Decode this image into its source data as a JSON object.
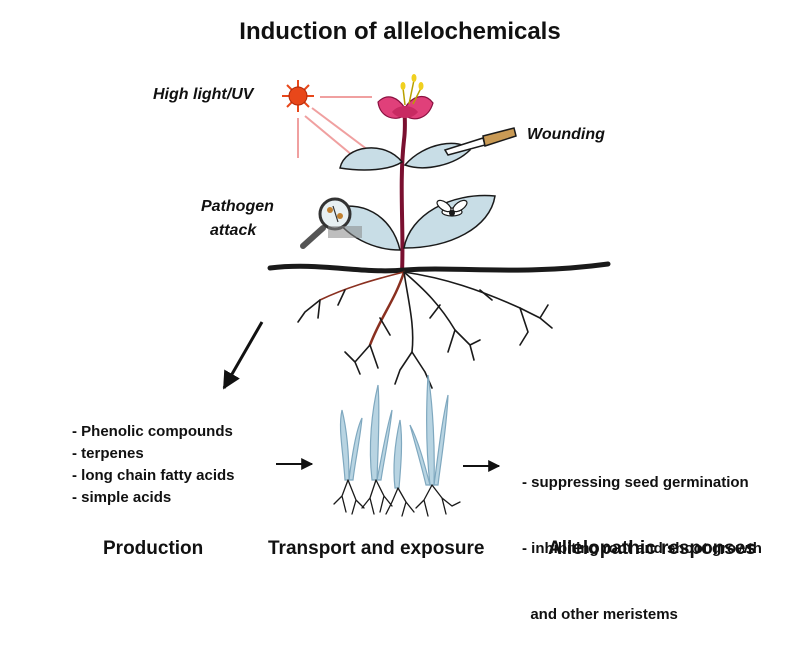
{
  "title": "Induction of allelochemicals",
  "factors": {
    "light": "High light/UV",
    "wounding": "Wounding",
    "pathogen_line1": "Pathogen",
    "pathogen_line2": "attack"
  },
  "production_list": [
    "- Phenolic compounds",
    "- terpenes",
    "- long chain fatty acids",
    "- simple acids"
  ],
  "response_list": [
    "- suppressing seed germination",
    "- inhibiting root and shoot growth",
    "  and other meristems"
  ],
  "stages": {
    "production": "Production",
    "transport": "Transport and exposure",
    "responses": "Allelopathic responses"
  },
  "colors": {
    "stem": "#7a1030",
    "flower": "#e0407a",
    "leaf": "#c8dde6",
    "sun": "#e8471a",
    "light_rays": "#f0a0a0",
    "roots": "#1a1a1a",
    "seedling": "#b8d4e2"
  }
}
